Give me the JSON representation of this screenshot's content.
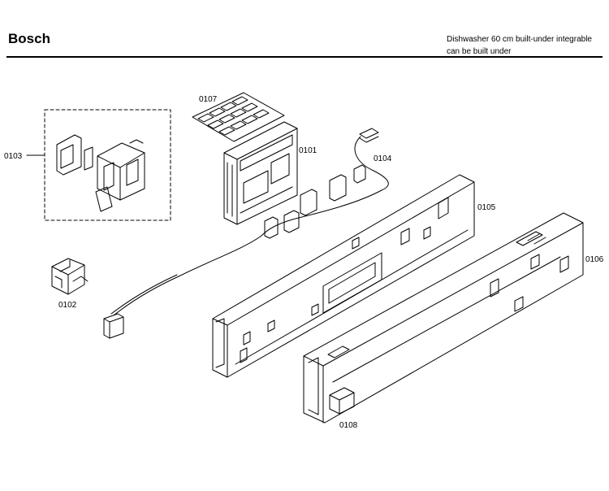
{
  "header": {
    "brand": "Bosch",
    "description_line1": "Dishwasher 60 cm built-under integrable",
    "description_line2": "can be built under"
  },
  "callouts": {
    "p0101": "0101",
    "p0102": "0102",
    "p0103": "0103",
    "p0104": "0104",
    "p0105": "0105",
    "p0106": "0106",
    "p0107": "0107",
    "p0108": "0108"
  }
}
